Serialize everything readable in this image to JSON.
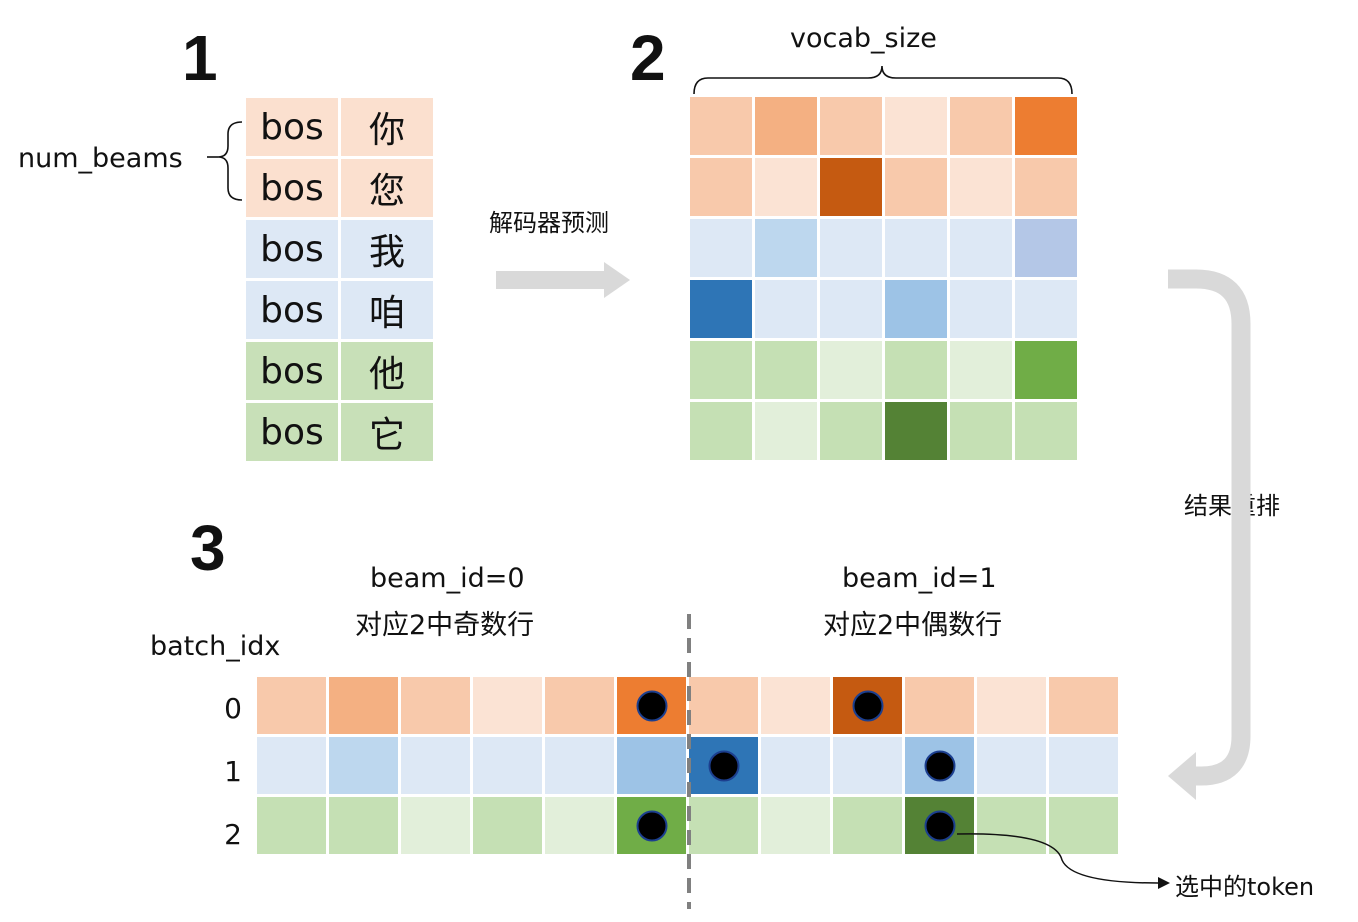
{
  "step1": {
    "number": "1",
    "num_beams_label": "num_beams",
    "rows": [
      {
        "token": "bos",
        "word": "你",
        "color": "#fbe0cf"
      },
      {
        "token": "bos",
        "word": "您",
        "color": "#fbe0cf"
      },
      {
        "token": "bos",
        "word": "我",
        "color": "#dde8f5"
      },
      {
        "token": "bos",
        "word": "咱",
        "color": "#dde8f5"
      },
      {
        "token": "bos",
        "word": "他",
        "color": "#c8e0b8"
      },
      {
        "token": "bos",
        "word": "它",
        "color": "#c8e0b8"
      }
    ]
  },
  "arrow_label": "解码器预测",
  "step2": {
    "number": "2",
    "vocab_label": "vocab_size",
    "grid": [
      [
        "#f8c9ab",
        "#f4b082",
        "#f8c9ab",
        "#fbe3d4",
        "#f8c9ab",
        "#ed7d31"
      ],
      [
        "#f8c9ab",
        "#fbe3d4",
        "#c55a11",
        "#f8c9ab",
        "#fbe3d4",
        "#f8c9ab"
      ],
      [
        "#dde8f5",
        "#bdd7ee",
        "#dde8f5",
        "#dde8f5",
        "#dde8f5",
        "#b4c7e7"
      ],
      [
        "#2e75b6",
        "#dde8f5",
        "#dde8f5",
        "#9dc3e6",
        "#dde8f5",
        "#dde8f5"
      ],
      [
        "#c5e0b4",
        "#c5e0b4",
        "#e2efda",
        "#c5e0b4",
        "#e2efda",
        "#70ad47"
      ],
      [
        "#c5e0b4",
        "#e2efda",
        "#c5e0b4",
        "#548235",
        "#c5e0b4",
        "#c5e0b4"
      ]
    ]
  },
  "reorder_label": "结果重排",
  "step3": {
    "number": "3",
    "beam0_title": "beam_id=0",
    "beam0_sub": "对应2中奇数行",
    "beam1_title": "beam_id=1",
    "beam1_sub": "对应2中偶数行",
    "batch_label": "batch_idx",
    "row_labels": [
      "0",
      "1",
      "2"
    ],
    "grid": [
      [
        "#f8c9ab",
        "#f4b082",
        "#f8c9ab",
        "#fbe3d4",
        "#f8c9ab",
        "#ed7d31",
        "#f8c9ab",
        "#fbe3d4",
        "#c55a11",
        "#f8c9ab",
        "#fbe3d4",
        "#f8c9ab"
      ],
      [
        "#dde8f5",
        "#bdd7ee",
        "#dde8f5",
        "#dde8f5",
        "#dde8f5",
        "#9dc3e6",
        "#2e75b6",
        "#dde8f5",
        "#dde8f5",
        "#9dc3e6",
        "#dde8f5",
        "#dde8f5"
      ],
      [
        "#c5e0b4",
        "#c5e0b4",
        "#e2efda",
        "#c5e0b4",
        "#e2efda",
        "#70ad47",
        "#c5e0b4",
        "#e2efda",
        "#c5e0b4",
        "#548235",
        "#c5e0b4",
        "#c5e0b4"
      ]
    ],
    "selected": [
      [
        0,
        5
      ],
      [
        0,
        8
      ],
      [
        1,
        6
      ],
      [
        1,
        9
      ],
      [
        2,
        5
      ],
      [
        2,
        9
      ]
    ],
    "selected_label": "选中的token"
  }
}
